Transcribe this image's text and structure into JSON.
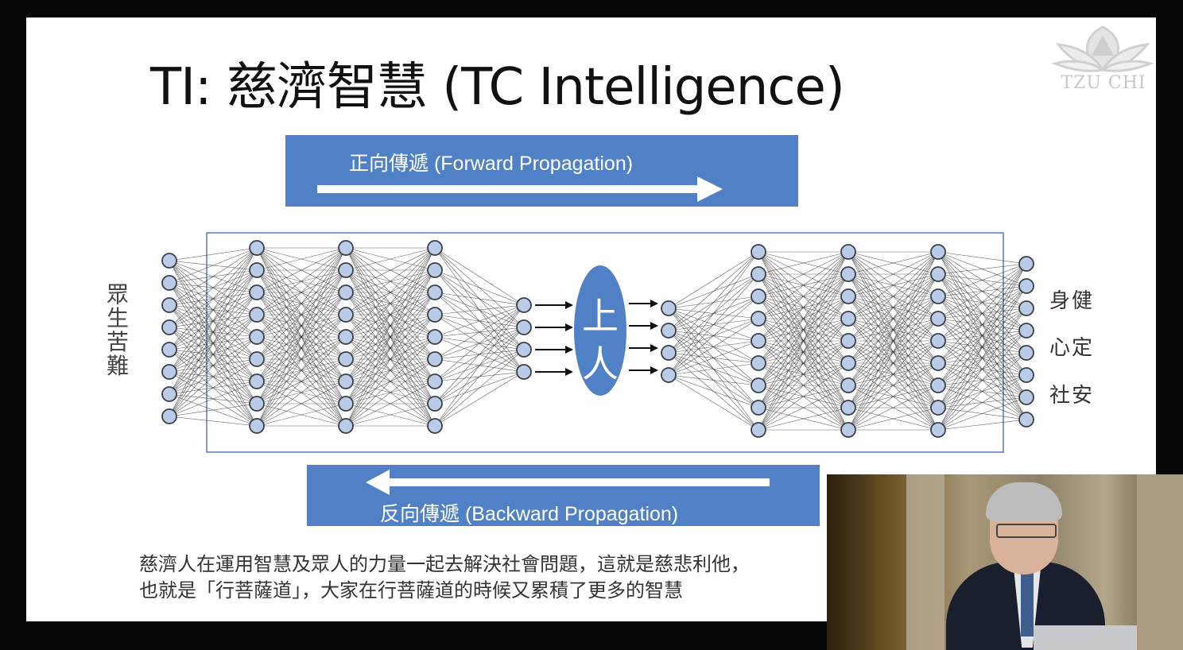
{
  "title": "TI: 慈濟智慧 (TC Intelligence)",
  "logo": {
    "text": "TZU CHI"
  },
  "forward": {
    "label": "正向傳遞 (Forward Propagation)"
  },
  "backward": {
    "label": "反向傳遞 (Backward Propagation)"
  },
  "center_node": {
    "label": "上人"
  },
  "left_label": "眾生苦難",
  "right_labels": [
    "身健",
    "心定",
    "社安"
  ],
  "caption": [
    "慈濟人在運用智慧及眾人的力量一起去解決社會問題，這就是慈悲利他，",
    "也就是「行菩薩道」，大家在行菩薩道的時候又累積了更多的智慧"
  ],
  "colors": {
    "band": "#5081c6",
    "node_fill": "#b9cbe6",
    "node_stroke": "#3a3f4a",
    "accent": "#4f7cc2"
  }
}
